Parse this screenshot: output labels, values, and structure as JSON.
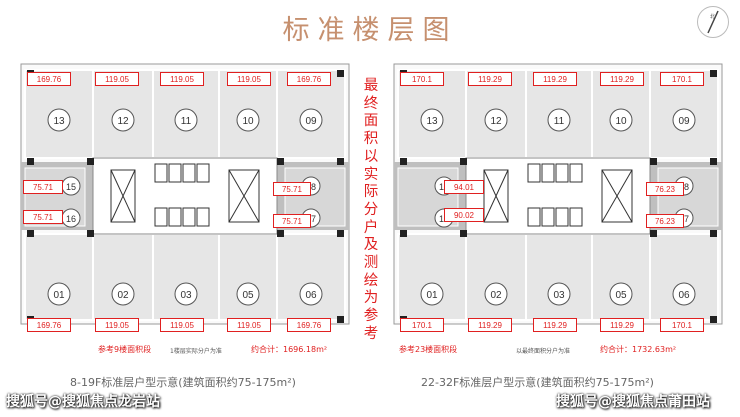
{
  "title": "标准楼层图",
  "side_note": "最终面积以实际分户及测绘为参考",
  "plans": [
    {
      "id": "left",
      "caption": "8-19F标准层户型示意(建筑面积约75-175m²)",
      "ref_note": "参考9楼面积段",
      "note2": "1楼层实际分户为准",
      "total": "约合计：1696.18m²",
      "top_labels": [
        "169.76",
        "119.05",
        "119.05",
        "119.05",
        "169.76"
      ],
      "bottom_labels": [
        "169.76",
        "119.05",
        "119.05",
        "119.05",
        "169.76"
      ],
      "side_left": [
        "75.71",
        "75.71"
      ],
      "side_right": [
        "75.71",
        "75.71"
      ],
      "center_labels": []
    },
    {
      "id": "right",
      "caption": "22-32F标准层户型示意(建筑面积约75-175m²)",
      "ref_note": "参考23楼面积段",
      "note2": "以最终面积分户为准",
      "total": "约合计：1732.63m²",
      "top_labels": [
        "170.1",
        "119.29",
        "119.29",
        "119.29",
        "170.1"
      ],
      "bottom_labels": [
        "170.1",
        "119.29",
        "119.29",
        "119.29",
        "170.1"
      ],
      "side_left": [],
      "side_right": [
        "76.23",
        "76.23"
      ],
      "center_labels": [
        "94.01",
        "90.02"
      ]
    }
  ],
  "unit_numbers": {
    "top_row": [
      "13",
      "12",
      "11",
      "10",
      "09"
    ],
    "middle_left": [
      "15",
      "16"
    ],
    "middle_right": [
      "08",
      "07"
    ],
    "bottom_row": [
      "01",
      "02",
      "03",
      "05",
      "06"
    ]
  },
  "watermarks": [
    "搜狐号@搜狐焦点龙岩站",
    "搜狐号@搜狐焦点莆田站"
  ],
  "colors": {
    "title": "#c6906f",
    "label_red": "#e02020",
    "unit_fill": "#e6e6e6",
    "corridor": "#bfbfbf"
  }
}
